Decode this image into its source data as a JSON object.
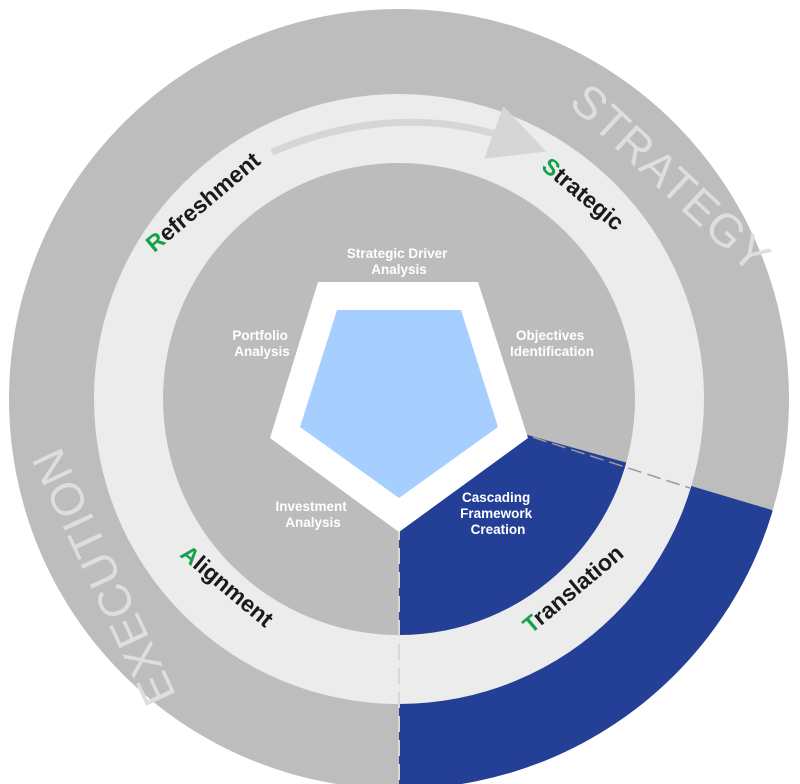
{
  "outer_ring": {
    "strategy_label": "STRATEGY",
    "execution_label": "EXECUTION"
  },
  "stages": {
    "strategic": {
      "first": "S",
      "rest": "trategic"
    },
    "translation": {
      "first": "T",
      "rest": "ranslation"
    },
    "alignment": {
      "first": "A",
      "rest": "lignment"
    },
    "refreshment": {
      "first": "R",
      "rest": "efreshment"
    }
  },
  "steps": {
    "strategic_driver_analysis": [
      "Strategic Driver",
      "Analysis"
    ],
    "objectives_identification": [
      "Objectives",
      "Identification"
    ],
    "cascading_framework_creation": [
      "Cascading",
      "Framework",
      "Creation"
    ],
    "investment_analysis": [
      "Investment",
      "Analysis"
    ],
    "portfolio_analysis": [
      "Portfolio",
      "Analysis"
    ]
  },
  "colors": {
    "outer_gray": "#bdbdbd",
    "mid_ring": "#ececec",
    "inner_gray": "#bcbcbc",
    "navy": "#233f96",
    "pentagon_fill": "#a6cfff",
    "pentagon_border": "#ffffff",
    "accent_green": "#17a04a"
  }
}
